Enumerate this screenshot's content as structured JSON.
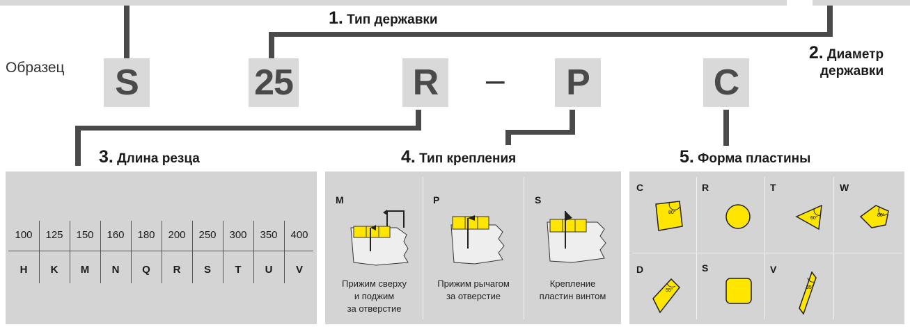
{
  "sample_label": "Образец",
  "codes": [
    {
      "id": "holder_type_code",
      "value": "S"
    },
    {
      "id": "diameter_code",
      "value": "25"
    },
    {
      "id": "length_code",
      "value": "R"
    },
    {
      "id": "dash",
      "value": "–"
    },
    {
      "id": "clamp_code",
      "value": "P"
    },
    {
      "id": "shape_code",
      "value": "C"
    }
  ],
  "labels": {
    "holder_type": {
      "num": "1.",
      "text": "Тип державки"
    },
    "diameter": {
      "num": "2.",
      "text_line1": "Диаметр",
      "text_line2": "державки"
    },
    "length": {
      "num": "3.",
      "text": "Длина резца"
    },
    "clamp": {
      "num": "4.",
      "text": "Тип крепления"
    },
    "shape": {
      "num": "5.",
      "text": "Форма пластины"
    }
  },
  "length_table": {
    "lengths": [
      "100",
      "125",
      "150",
      "160",
      "180",
      "200",
      "250",
      "300",
      "350",
      "400"
    ],
    "codes": [
      "H",
      "K",
      "M",
      "N",
      "Q",
      "R",
      "S",
      "T",
      "U",
      "V"
    ]
  },
  "clamp_types": [
    {
      "letter": "M",
      "caption": [
        "Прижим сверху",
        "и поджим",
        "за отверстие"
      ]
    },
    {
      "letter": "P",
      "caption": [
        "Прижим рычагом",
        "за отверстие"
      ]
    },
    {
      "letter": "S",
      "caption": [
        "Крепление",
        "пластин винтом"
      ]
    }
  ],
  "insert_shapes": [
    {
      "letter": "C",
      "angle_label": "80°"
    },
    {
      "letter": "R",
      "angle_label": ""
    },
    {
      "letter": "T",
      "angle_label": "60°"
    },
    {
      "letter": "W",
      "angle_label": "80°"
    },
    {
      "letter": "D",
      "angle_label": "55°"
    },
    {
      "letter": "S",
      "angle_label": ""
    },
    {
      "letter": "V",
      "angle_label": "35°"
    }
  ],
  "colors": {
    "insert_yellow": "#ffe600",
    "code_bg": "#d9d9d9",
    "line": "#4a4a4a",
    "panel": "#d4d4d4"
  }
}
